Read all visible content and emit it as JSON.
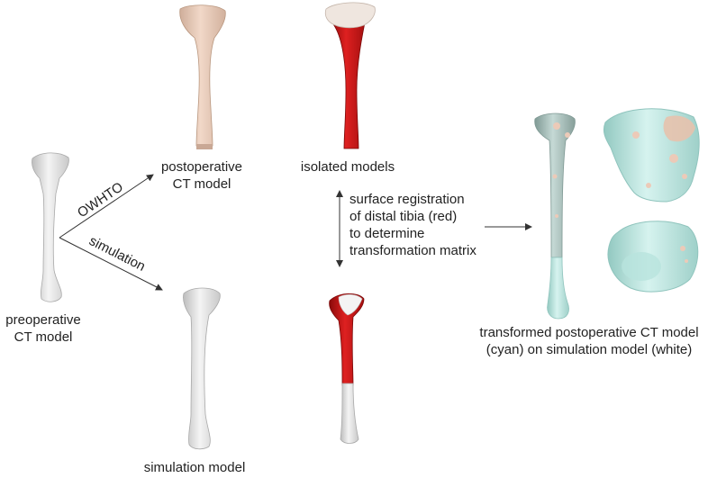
{
  "labels": {
    "preoperative": [
      "preoperative",
      "CT model"
    ],
    "postoperative": [
      "postoperative",
      "CT model"
    ],
    "isolated": "isolated models",
    "simulation_model": "simulation model",
    "owhto": "OWHTO",
    "simulation": "simulation",
    "registration": [
      "surface registration",
      "of distal tibia (red)",
      "to determine",
      "transformation matrix"
    ],
    "transformed": [
      "transformed postoperative CT model",
      "(cyan) on simulation model (white)"
    ]
  },
  "colors": {
    "bone_white": "#efefef",
    "bone_shade": "#b9b9b9",
    "post_bone": "#ecd0bf",
    "post_shade": "#c9a895",
    "red": "#d21515",
    "red_dark": "#8a0a0a",
    "cyan": "#c4ece6",
    "cyan_dark": "#8fc4bd",
    "arrow": "#333333"
  }
}
